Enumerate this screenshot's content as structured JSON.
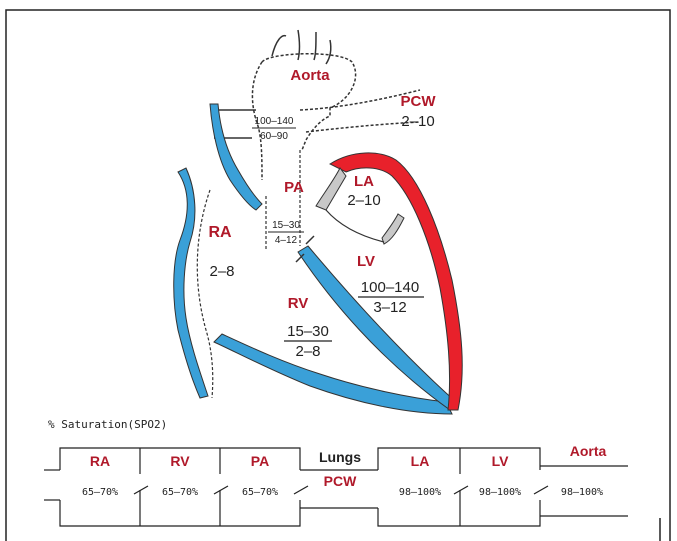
{
  "heart": {
    "aorta": "Aorta",
    "aorta_sys": "100–140",
    "aorta_dia": "60–90",
    "pcw_label": "PCW",
    "pcw_value": "2–10",
    "pa_label": "PA",
    "pa_sys": "15–30",
    "pa_dia": "4–12",
    "la_label": "LA",
    "la_value": "2–10",
    "ra_label": "RA",
    "ra_value": "2–8",
    "lv_label": "LV",
    "lv_sys": "100–140",
    "lv_dia": "3–12",
    "rv_label": "RV",
    "rv_sys": "15–30",
    "rv_dia": "2–8"
  },
  "saturation": {
    "title": "% Saturation(SPO2)",
    "lungs": "Lungs",
    "pcw": "PCW",
    "aorta": "Aorta",
    "aorta_value": "98–100%",
    "chambers": [
      {
        "label": "RA",
        "value": "65–70%"
      },
      {
        "label": "RV",
        "value": "65–70%"
      },
      {
        "label": "PA",
        "value": "65–70%"
      },
      {
        "label": "LA",
        "value": "98–100%"
      },
      {
        "label": "LV",
        "value": "98–100%"
      }
    ]
  },
  "colors": {
    "deoxygenated": "#3aa0d8",
    "oxygenated": "#e8212b",
    "label_red": "#b0192a"
  }
}
